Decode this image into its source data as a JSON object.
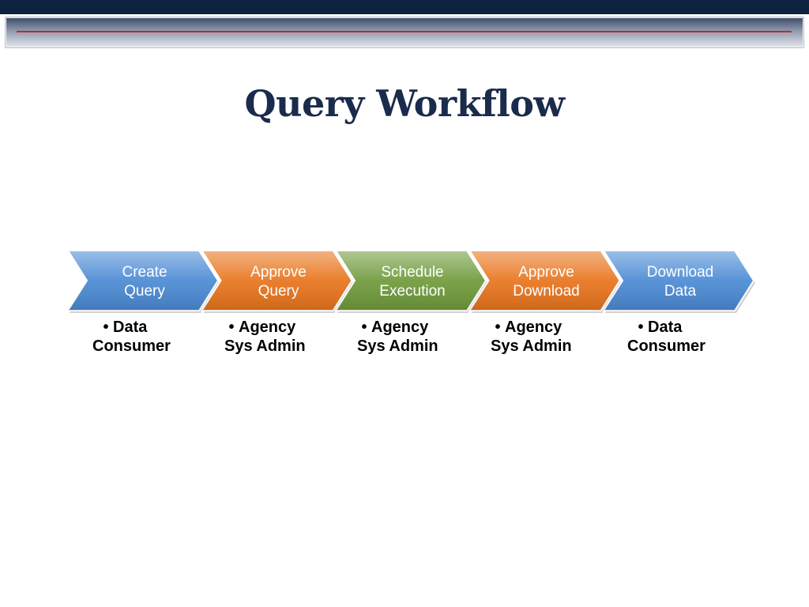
{
  "header": {
    "bar_color": "#0c2340",
    "rule_color": "#c8262c"
  },
  "title": "Query Workflow",
  "workflow": {
    "steps": [
      {
        "line1": "Create",
        "line2": "Query",
        "color": "#4a8ad4",
        "role_line1": "Data",
        "role_line2": "Consumer"
      },
      {
        "line1": "Approve",
        "line2": "Query",
        "color": "#e8741c",
        "role_line1": "Agency",
        "role_line2": "Sys Admin"
      },
      {
        "line1": "Schedule",
        "line2": "Execution",
        "color": "#6f9a3a",
        "role_line1": "Agency",
        "role_line2": "Sys Admin"
      },
      {
        "line1": "Approve",
        "line2": "Download",
        "color": "#e8741c",
        "role_line1": "Agency",
        "role_line2": "Sys Admin"
      },
      {
        "line1": "Download",
        "line2": "Data",
        "color": "#4a8ad4",
        "role_line1": "Data",
        "role_line2": "Consumer"
      }
    ],
    "bullet": "•"
  }
}
